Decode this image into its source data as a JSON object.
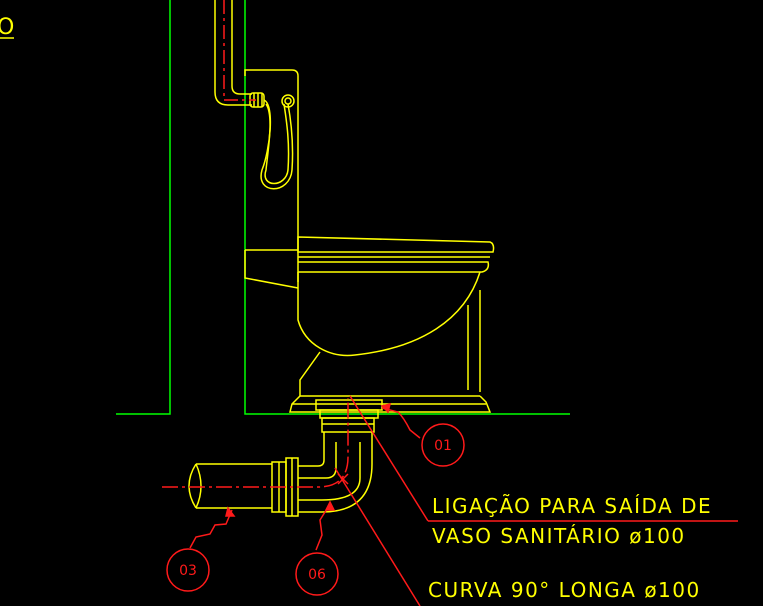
{
  "corner_text": "O",
  "callouts": [
    {
      "id": "01"
    },
    {
      "id": "03"
    },
    {
      "id": "06"
    }
  ],
  "labels": {
    "line1": "LIGAÇÃO  PARA  SAÍDA  DE",
    "line2": "VASO  SANITÁRIO  ø100",
    "line3": "CURVA  90°  LONGA  ø100"
  },
  "colors": {
    "background": "#000000",
    "wall": "#00ff00",
    "fixture": "#ffff00",
    "annotation": "#ff0000"
  }
}
